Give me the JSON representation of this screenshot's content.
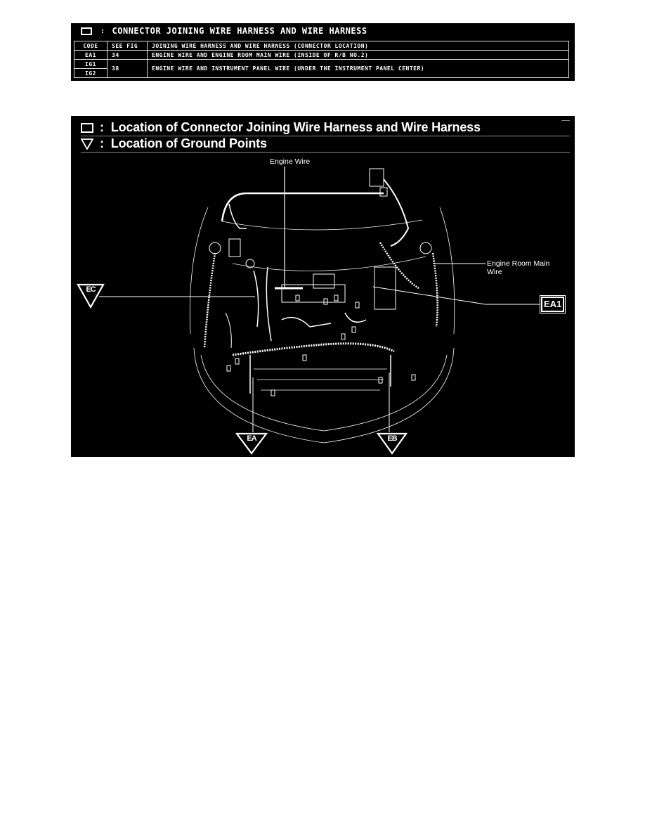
{
  "connector_table": {
    "title": "CONNECTOR JOINING WIRE HARNESS AND WIRE HARNESS",
    "title_icon": "square-icon",
    "headers": [
      "CODE",
      "SEE FIG",
      "JOINING WIRE HARNESS AND WIRE HARNESS (CONNECTOR LOCATION)"
    ],
    "rows": [
      {
        "codes": [
          "EA1"
        ],
        "see_fig": "34",
        "description": "ENGINE WIRE AND ENGINE ROOM MAIN WIRE (INSIDE OF R/B NO.2)"
      },
      {
        "codes": [
          "IG1",
          "IG2"
        ],
        "see_fig": "38",
        "description": "ENGINE WIRE AND INSTRUMENT PANEL WIRE (UNDER THE INSTRUMENT PANEL CENTER)"
      }
    ]
  },
  "diagram": {
    "legend": [
      {
        "icon": "square-icon",
        "label": "Location of Connector Joining Wire Harness and Wire Harness"
      },
      {
        "icon": "triangle-icon",
        "label": "Location of Ground Points"
      }
    ],
    "callouts": {
      "engine_wire": "Engine Wire",
      "engine_room_main_wire_line1": "Engine Room Main",
      "engine_room_main_wire_line2": "Wire"
    },
    "connector_codes": [
      "EA1"
    ],
    "ground_points": [
      "EC",
      "EA",
      "EB"
    ],
    "colors": {
      "background": "#000000",
      "foreground": "#ffffff",
      "page": "#ffffff"
    }
  }
}
